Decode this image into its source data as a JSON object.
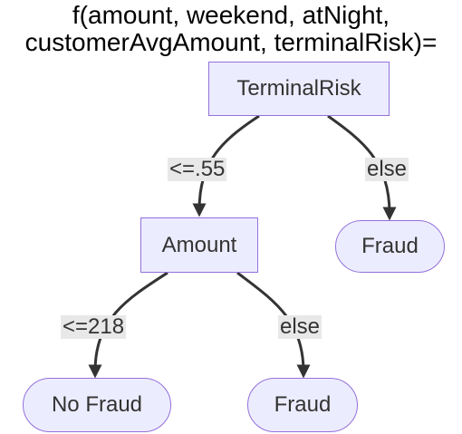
{
  "diagram": {
    "title_line1": "f(amount, weekend, atNight,",
    "title_line2": "customerAvgAmount, terminalRisk)=",
    "nodes": {
      "terminal_risk": "TerminalRisk",
      "amount": "Amount",
      "fraud_right": "Fraud",
      "no_fraud": "No Fraud",
      "fraud_bottom": "Fraud"
    },
    "edges": {
      "terminal_risk_le": "<=.55",
      "terminal_risk_else": "else",
      "amount_le": "<=218",
      "amount_else": "else"
    },
    "colors": {
      "node_fill": "#ececff",
      "node_border": "#9370db",
      "edge_stroke": "#333333",
      "edge_label_bg": "#e8e8e8"
    }
  }
}
